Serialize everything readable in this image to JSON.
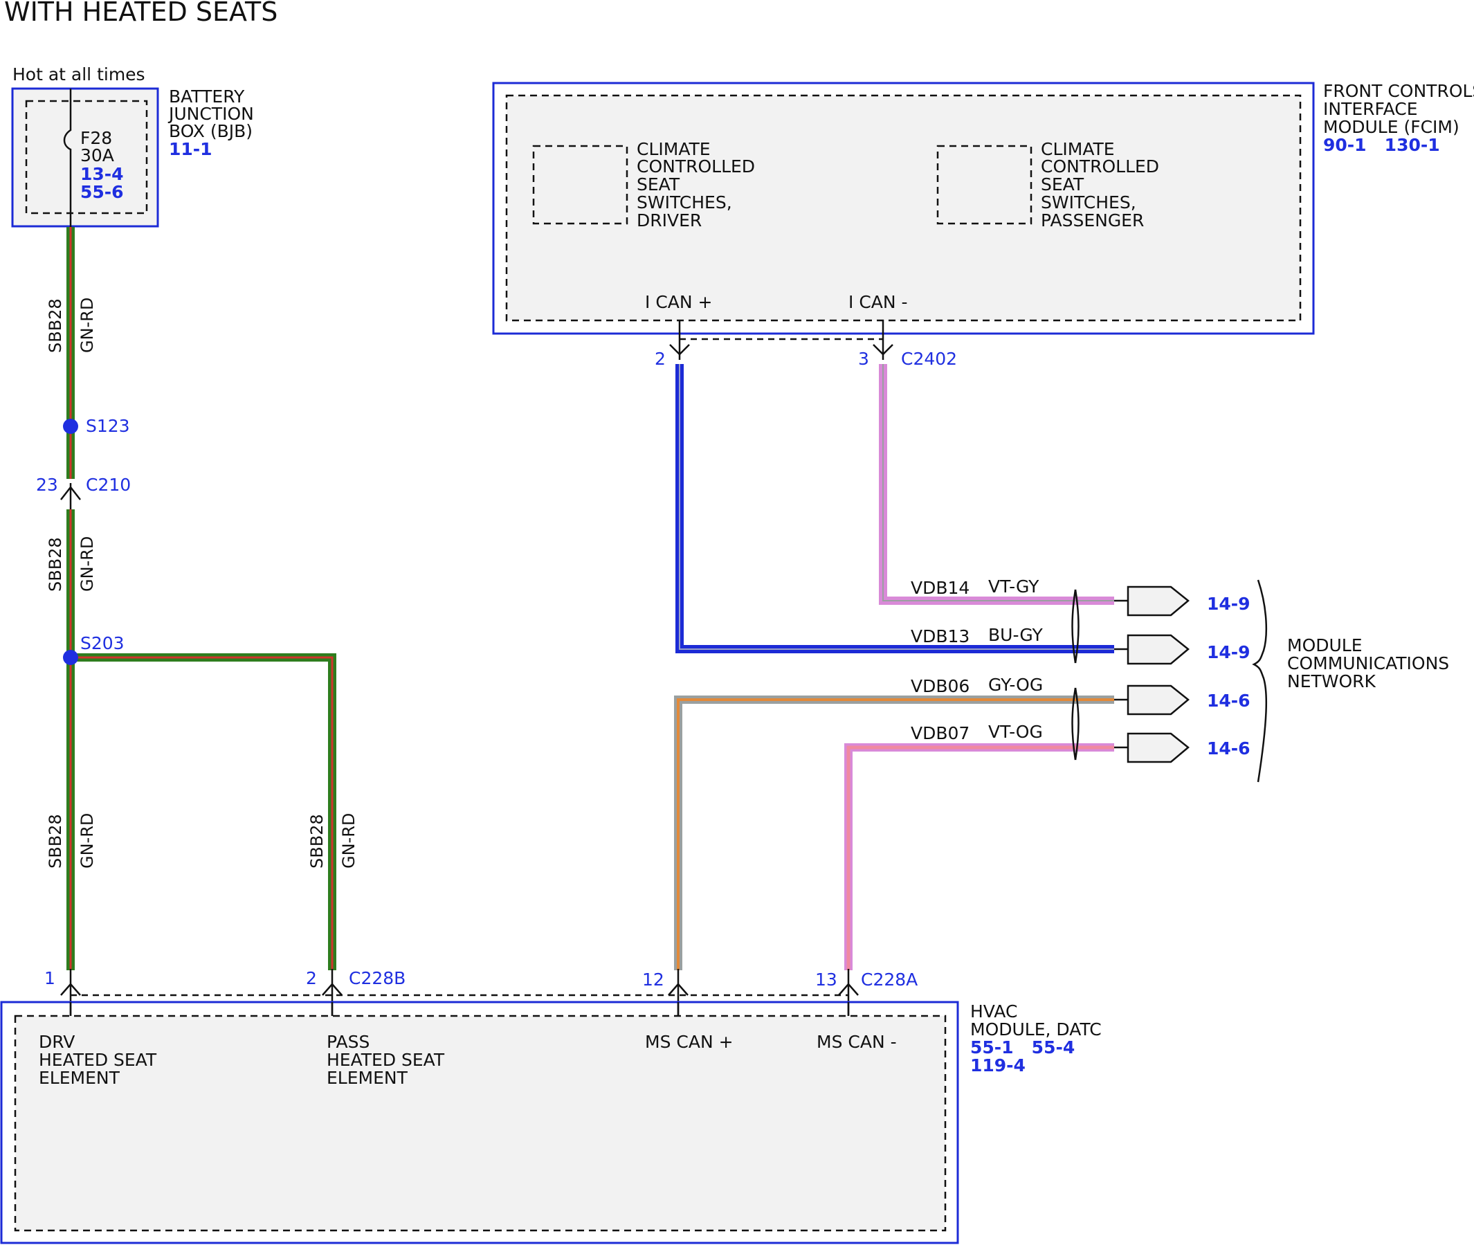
{
  "title": "WITH HEATED SEATS",
  "bjb": {
    "hot_label": "Hot at all times",
    "name_lines": [
      "BATTERY",
      "JUNCTION",
      "BOX (BJB)"
    ],
    "ref": "11-1",
    "fuse_name": "F28",
    "fuse_rating": "30A",
    "fuse_refs": [
      "13-4",
      "55-6"
    ]
  },
  "fcim": {
    "name_lines": [
      "FRONT CONTROLS",
      "INTERFACE",
      "MODULE (FCIM)"
    ],
    "refs": "90-1   130-1",
    "driver_switch_lines": [
      "CLIMATE",
      "CONTROLLED",
      "SEAT",
      "SWITCHES,",
      "DRIVER"
    ],
    "passenger_switch_lines": [
      "CLIMATE",
      "CONTROLLED",
      "SEAT",
      "SWITCHES,",
      "PASSENGER"
    ],
    "pin_plus": "I CAN +",
    "pin_minus": "I CAN -",
    "pin_num_plus": "2",
    "pin_num_minus": "3",
    "connector": "C2402"
  },
  "wires": {
    "circuit": "SBB28",
    "color": "GN-RD",
    "splice1": "S123",
    "splice2": "S203",
    "c210_pin": "23",
    "c210": "C210"
  },
  "network": {
    "lines": [
      {
        "circuit": "VDB14",
        "color": "VT-GY",
        "ref": "14-9"
      },
      {
        "circuit": "VDB13",
        "color": "BU-GY",
        "ref": "14-9"
      },
      {
        "circuit": "VDB06",
        "color": "GY-OG",
        "ref": "14-6"
      },
      {
        "circuit": "VDB07",
        "color": "VT-OG",
        "ref": "14-6"
      }
    ],
    "name_lines": [
      "MODULE",
      "COMMUNICATIONS",
      "NETWORK"
    ]
  },
  "hvac": {
    "name_lines": [
      "HVAC",
      "MODULE, DATC"
    ],
    "refs_line1": "55-1   55-4",
    "refs_line2": "119-4",
    "drv_lines": [
      "DRV",
      "HEATED SEAT",
      "ELEMENT"
    ],
    "pass_lines": [
      "PASS",
      "HEATED SEAT",
      "ELEMENT"
    ],
    "ms_can_plus": "MS CAN +",
    "ms_can_minus": "MS CAN -",
    "pins": {
      "p1": "1",
      "p2": "2",
      "p12": "12",
      "p13": "13"
    },
    "c228b": "C228B",
    "c228a": "C228A"
  },
  "colors": {
    "green": "#2e7d1e",
    "red": "#d0342c",
    "blue": "#1c2bd6",
    "violet": "#d98ad8",
    "gray": "#9aa0a0",
    "orange": "#e28a3a",
    "pink": "#f08aa0"
  }
}
